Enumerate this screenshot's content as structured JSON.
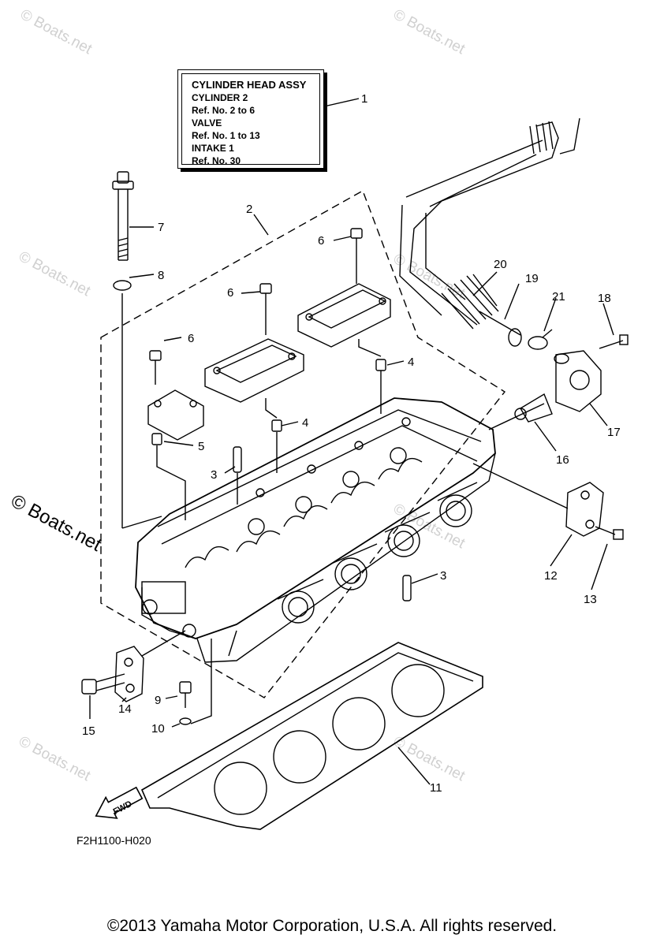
{
  "legend": {
    "lines": [
      "CYLINDER HEAD ASSY",
      "CYLINDER 2",
      "Ref. No. 2 to 6",
      "VALVE",
      "Ref. No. 1 to 13",
      "INTAKE 1",
      "Ref. No. 30"
    ]
  },
  "callouts": {
    "c1": "1",
    "c2": "2",
    "c3a": "3",
    "c3b": "3",
    "c4a": "4",
    "c4b": "4",
    "c5": "5",
    "c6a": "6",
    "c6b": "6",
    "c6c": "6",
    "c7": "7",
    "c8": "8",
    "c9": "9",
    "c10": "10",
    "c11": "11",
    "c12": "12",
    "c13": "13",
    "c14": "14",
    "c15": "15",
    "c16": "16",
    "c17": "17",
    "c18": "18",
    "c19": "19",
    "c20": "20",
    "c21": "21"
  },
  "fwd_label": "FWD",
  "drawing_code": "F2H1100-H020",
  "watermark_text": "© Boats.net",
  "copyright": "©2013 Yamaha Motor Corporation, U.S.A. All rights reserved."
}
